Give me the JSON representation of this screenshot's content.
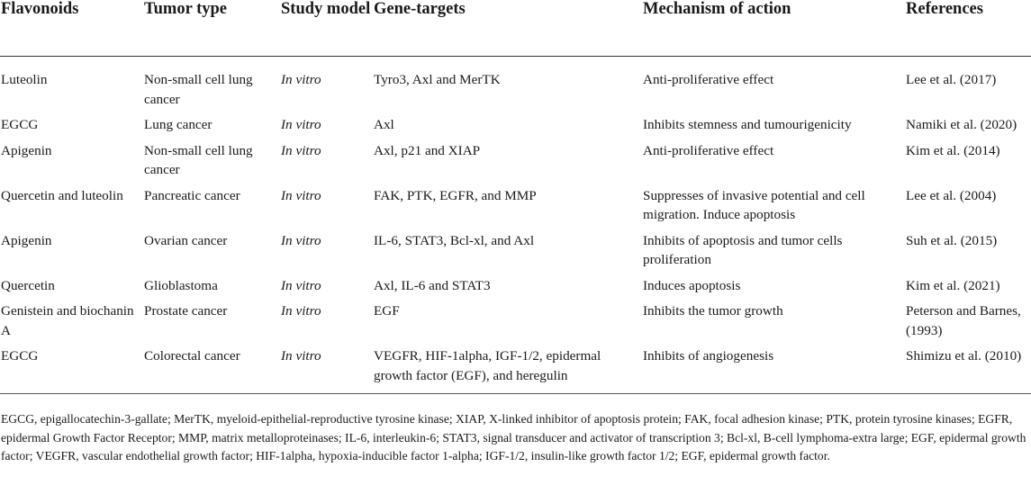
{
  "table": {
    "headers": [
      "Flavonoids",
      "Tumor type",
      "Study model",
      "Gene-targets",
      "Mechanism of action",
      "References"
    ],
    "rows": [
      [
        "Luteolin",
        "Non-small cell lung cancer",
        "In vitro",
        "Tyro3, Axl and MerTK",
        "Anti-proliferative effect",
        "Lee et al. (2017)"
      ],
      [
        "EGCG",
        "Lung cancer",
        "In vitro",
        "Axl",
        "Inhibits stemness and tumourigenicity",
        "Namiki et al. (2020)"
      ],
      [
        "Apigenin",
        "Non-small cell lung cancer",
        "In vitro",
        "Axl, p21 and XIAP",
        "Anti-proliferative effect",
        "Kim et al. (2014)"
      ],
      [
        "Quercetin and luteolin",
        "Pancreatic cancer",
        "In vitro",
        "FAK, PTK, EGFR, and MMP",
        "Suppresses of invasive potential and cell migration. Induce apoptosis",
        "Lee et al. (2004)"
      ],
      [
        "Apigenin",
        "Ovarian cancer",
        "In vitro",
        "IL-6, STAT3, Bcl-xl, and Axl",
        "Inhibits of apoptosis and tumor cells proliferation",
        "Suh et al. (2015)"
      ],
      [
        "Quercetin",
        "Glioblastoma",
        "In vitro",
        "Axl, IL-6 and STAT3",
        "Induces apoptosis",
        "Kim et al. (2021)"
      ],
      [
        "Genistein and biochanin A",
        "Prostate cancer",
        "In vitro",
        "EGF",
        "Inhibits the tumor growth",
        "Peterson and Barnes, (1993)"
      ],
      [
        "EGCG",
        "Colorectal cancer",
        "In vitro",
        "VEGFR, HIF-1alpha, IGF-1/2, epidermal growth factor (EGF), and heregulin",
        "Inhibits of angiogenesis",
        "Shimizu et al. (2010)"
      ]
    ]
  },
  "footnote": "EGCG, epigallocatechin-3-gallate; MerTK, myeloid-epithelial-reproductive tyrosine kinase; XIAP, X-linked inhibitor of apoptosis protein; FAK, focal adhesion kinase; PTK, protein tyrosine kinases; EGFR, epidermal Growth Factor Receptor; MMP, matrix metalloproteinases; IL-6, interleukin-6; STAT3, signal transducer and activator of transcription 3; Bcl-xl, B-cell lymphoma-extra large; EGF, epidermal growth factor; VEGFR, vascular endothelial growth factor; HIF-1alpha, hypoxia-inducible factor 1-alpha; IGF-1/2, insulin-like growth factor 1/2; EGF, epidermal growth factor."
}
